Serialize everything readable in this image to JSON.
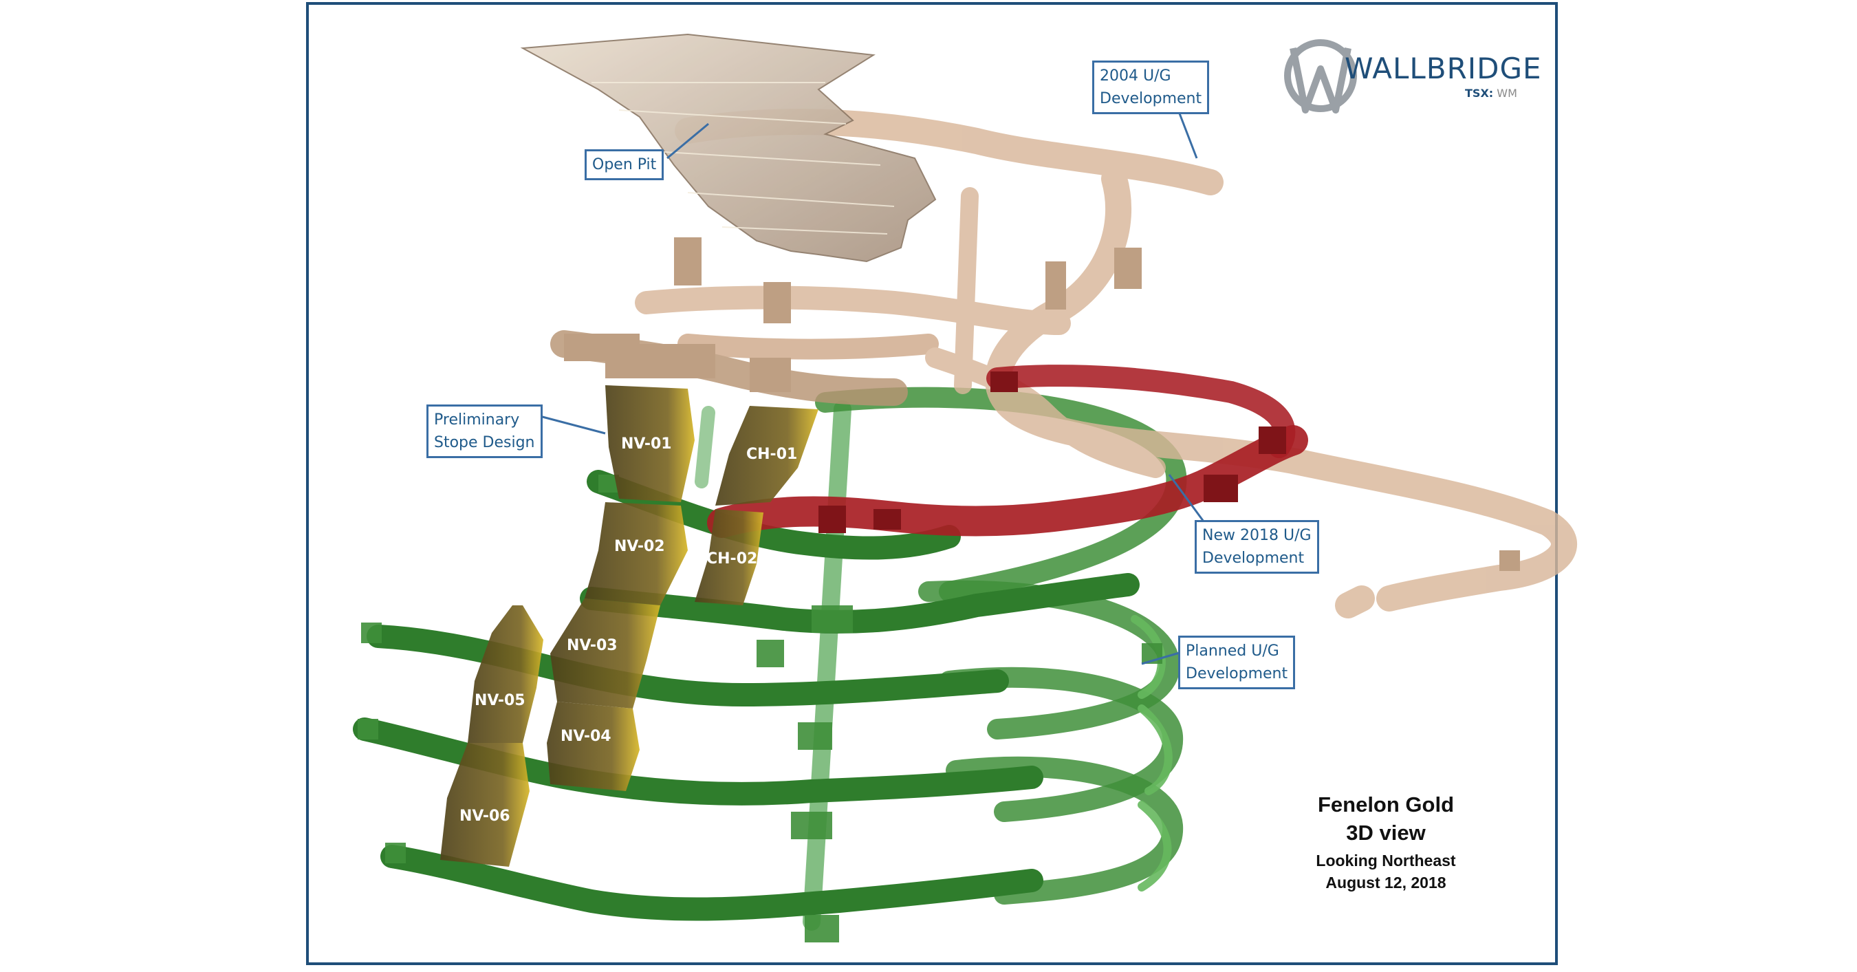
{
  "callouts": {
    "open_pit": "Open Pit",
    "dev_2004": [
      "2004 U/G",
      "Development"
    ],
    "prelim_stope": [
      "Preliminary",
      "Stope Design"
    ],
    "new_2018": [
      "New 2018 U/G",
      "Development"
    ],
    "planned": [
      "Planned U/G",
      "Development"
    ]
  },
  "stopes": [
    "NV-01",
    "CH-01",
    "NV-02",
    "CH-02",
    "NV-03",
    "NV-05",
    "NV-04",
    "NV-06"
  ],
  "logo": {
    "name": "WALLBRIDGE",
    "exchange": "TSX:",
    "ticker": "WM"
  },
  "caption": {
    "title": "Fenelon Gold",
    "subtitle": "3D view",
    "view": "Looking Northeast",
    "date": "August 12, 2018"
  },
  "colors": {
    "frame": "#1f4e79",
    "callout_border": "#3a6ea5",
    "callout_text": "#1f5a8a",
    "planned_dev": "#3f9a3a",
    "new_2018_dev": "#a81e24",
    "dev_2004": "#d9b79a",
    "open_pit": "#cdb9a6",
    "stope": "#6b5a1e",
    "stope_face": "#d4b42a"
  },
  "icons": {
    "logo": "wallbridge-logo-icon"
  }
}
